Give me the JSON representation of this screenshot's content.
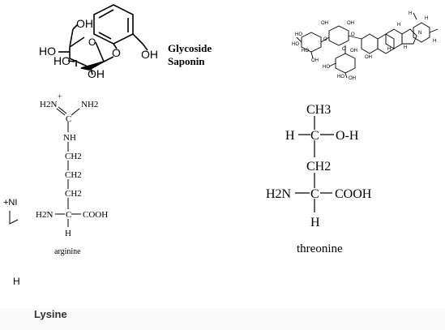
{
  "glycoside": {
    "atoms": {
      "oh_top": "OH",
      "ho_1": "HO",
      "ho_2": "HO",
      "oh_bottom": "OH",
      "o_ring": "O",
      "o_link": "O",
      "oh_right": "OH"
    },
    "line1": "Glycoside",
    "line2": "Saponin"
  },
  "saponin_small": {
    "labels": [
      "HO",
      "OH",
      "OH",
      "OH",
      "HO",
      "HO",
      "OH",
      "HO",
      "HO",
      "OH",
      "H",
      "H",
      "H",
      "N",
      "H",
      "H",
      "H",
      "OH",
      "O",
      "O",
      "O"
    ]
  },
  "arginine": {
    "atoms": {
      "h2n_plus": "H2N",
      "plus": "+",
      "nh2": "NH2",
      "c_top": "C",
      "nh": "NH",
      "ch2_1": "CH2",
      "ch2_2": "CH2",
      "ch2_3": "CH2",
      "h2n": "H2N",
      "c_alpha": "C",
      "cooh": "COOH",
      "h": "H"
    },
    "name": "arginine"
  },
  "lysine": {
    "fragment": "+NI",
    "h": "H",
    "name": "Lysine"
  },
  "threonine": {
    "atoms": {
      "ch3": "CH3",
      "h_left": "H",
      "c_beta": "C",
      "oh": "O-H",
      "ch2": "CH2",
      "h2n": "H2N",
      "c_alpha": "C",
      "cooh": "COOH",
      "h_bottom": "H"
    },
    "name": "threonine"
  }
}
